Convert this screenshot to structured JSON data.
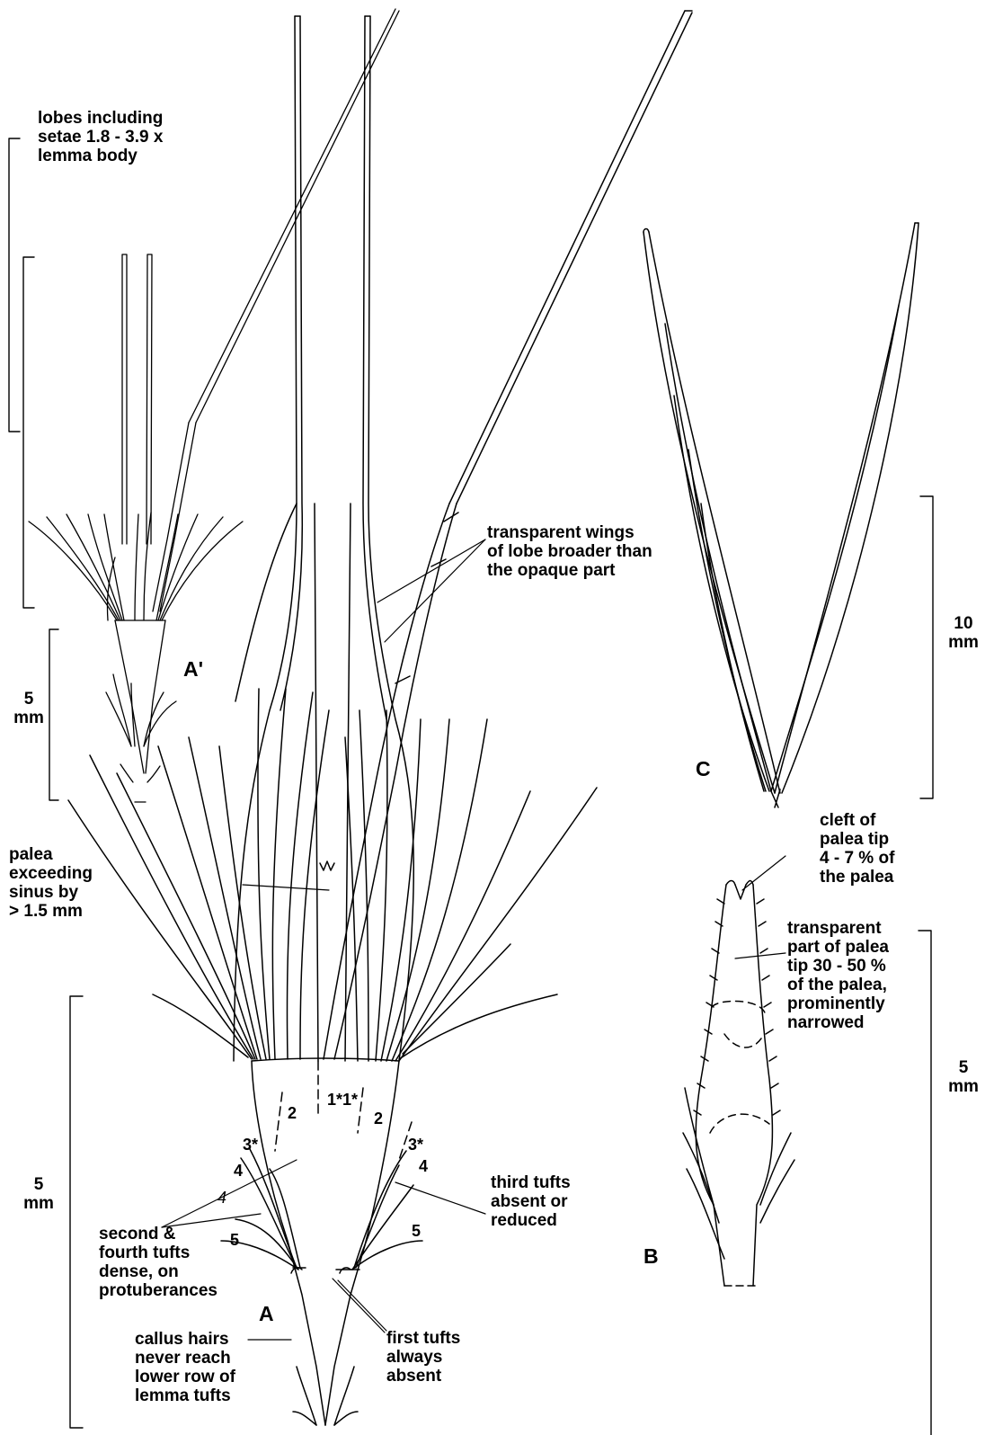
{
  "panels": {
    "a_prime": "A'",
    "a": "A",
    "b": "B",
    "c": "C"
  },
  "scale_bars": {
    "a_prime": "5\nmm",
    "a": "5\nmm",
    "b": "5\nmm",
    "c": "10\nmm"
  },
  "annotations": {
    "lobes": "lobes including\nsetae 1.8 - 3.9 x\nlemma body",
    "wings": "transparent wings\nof lobe broader than\nthe opaque part",
    "palea_sinus": "palea\nexceeding\nsinus by\n> 1.5 mm",
    "cleft": "cleft of\npalea tip\n4 - 7 % of\nthe palea",
    "transparent_palea": "transparent\npart of palea\ntip 30 - 50 %\nof the palea,\nprominently\nnarrowed",
    "third_tufts": "third tufts\nabsent or\nreduced",
    "second_fourth": "second &\nfourth tufts\ndense, on\nprotuberances",
    "first_tufts": "first tufts\nalways\nabsent",
    "callus": "callus hairs\nnever reach\nlower row of\nlemma tufts"
  },
  "tuft_numbers": {
    "one_star": "1*1*",
    "two": "2",
    "three_star": "3*",
    "four": "4",
    "five": "5"
  }
}
